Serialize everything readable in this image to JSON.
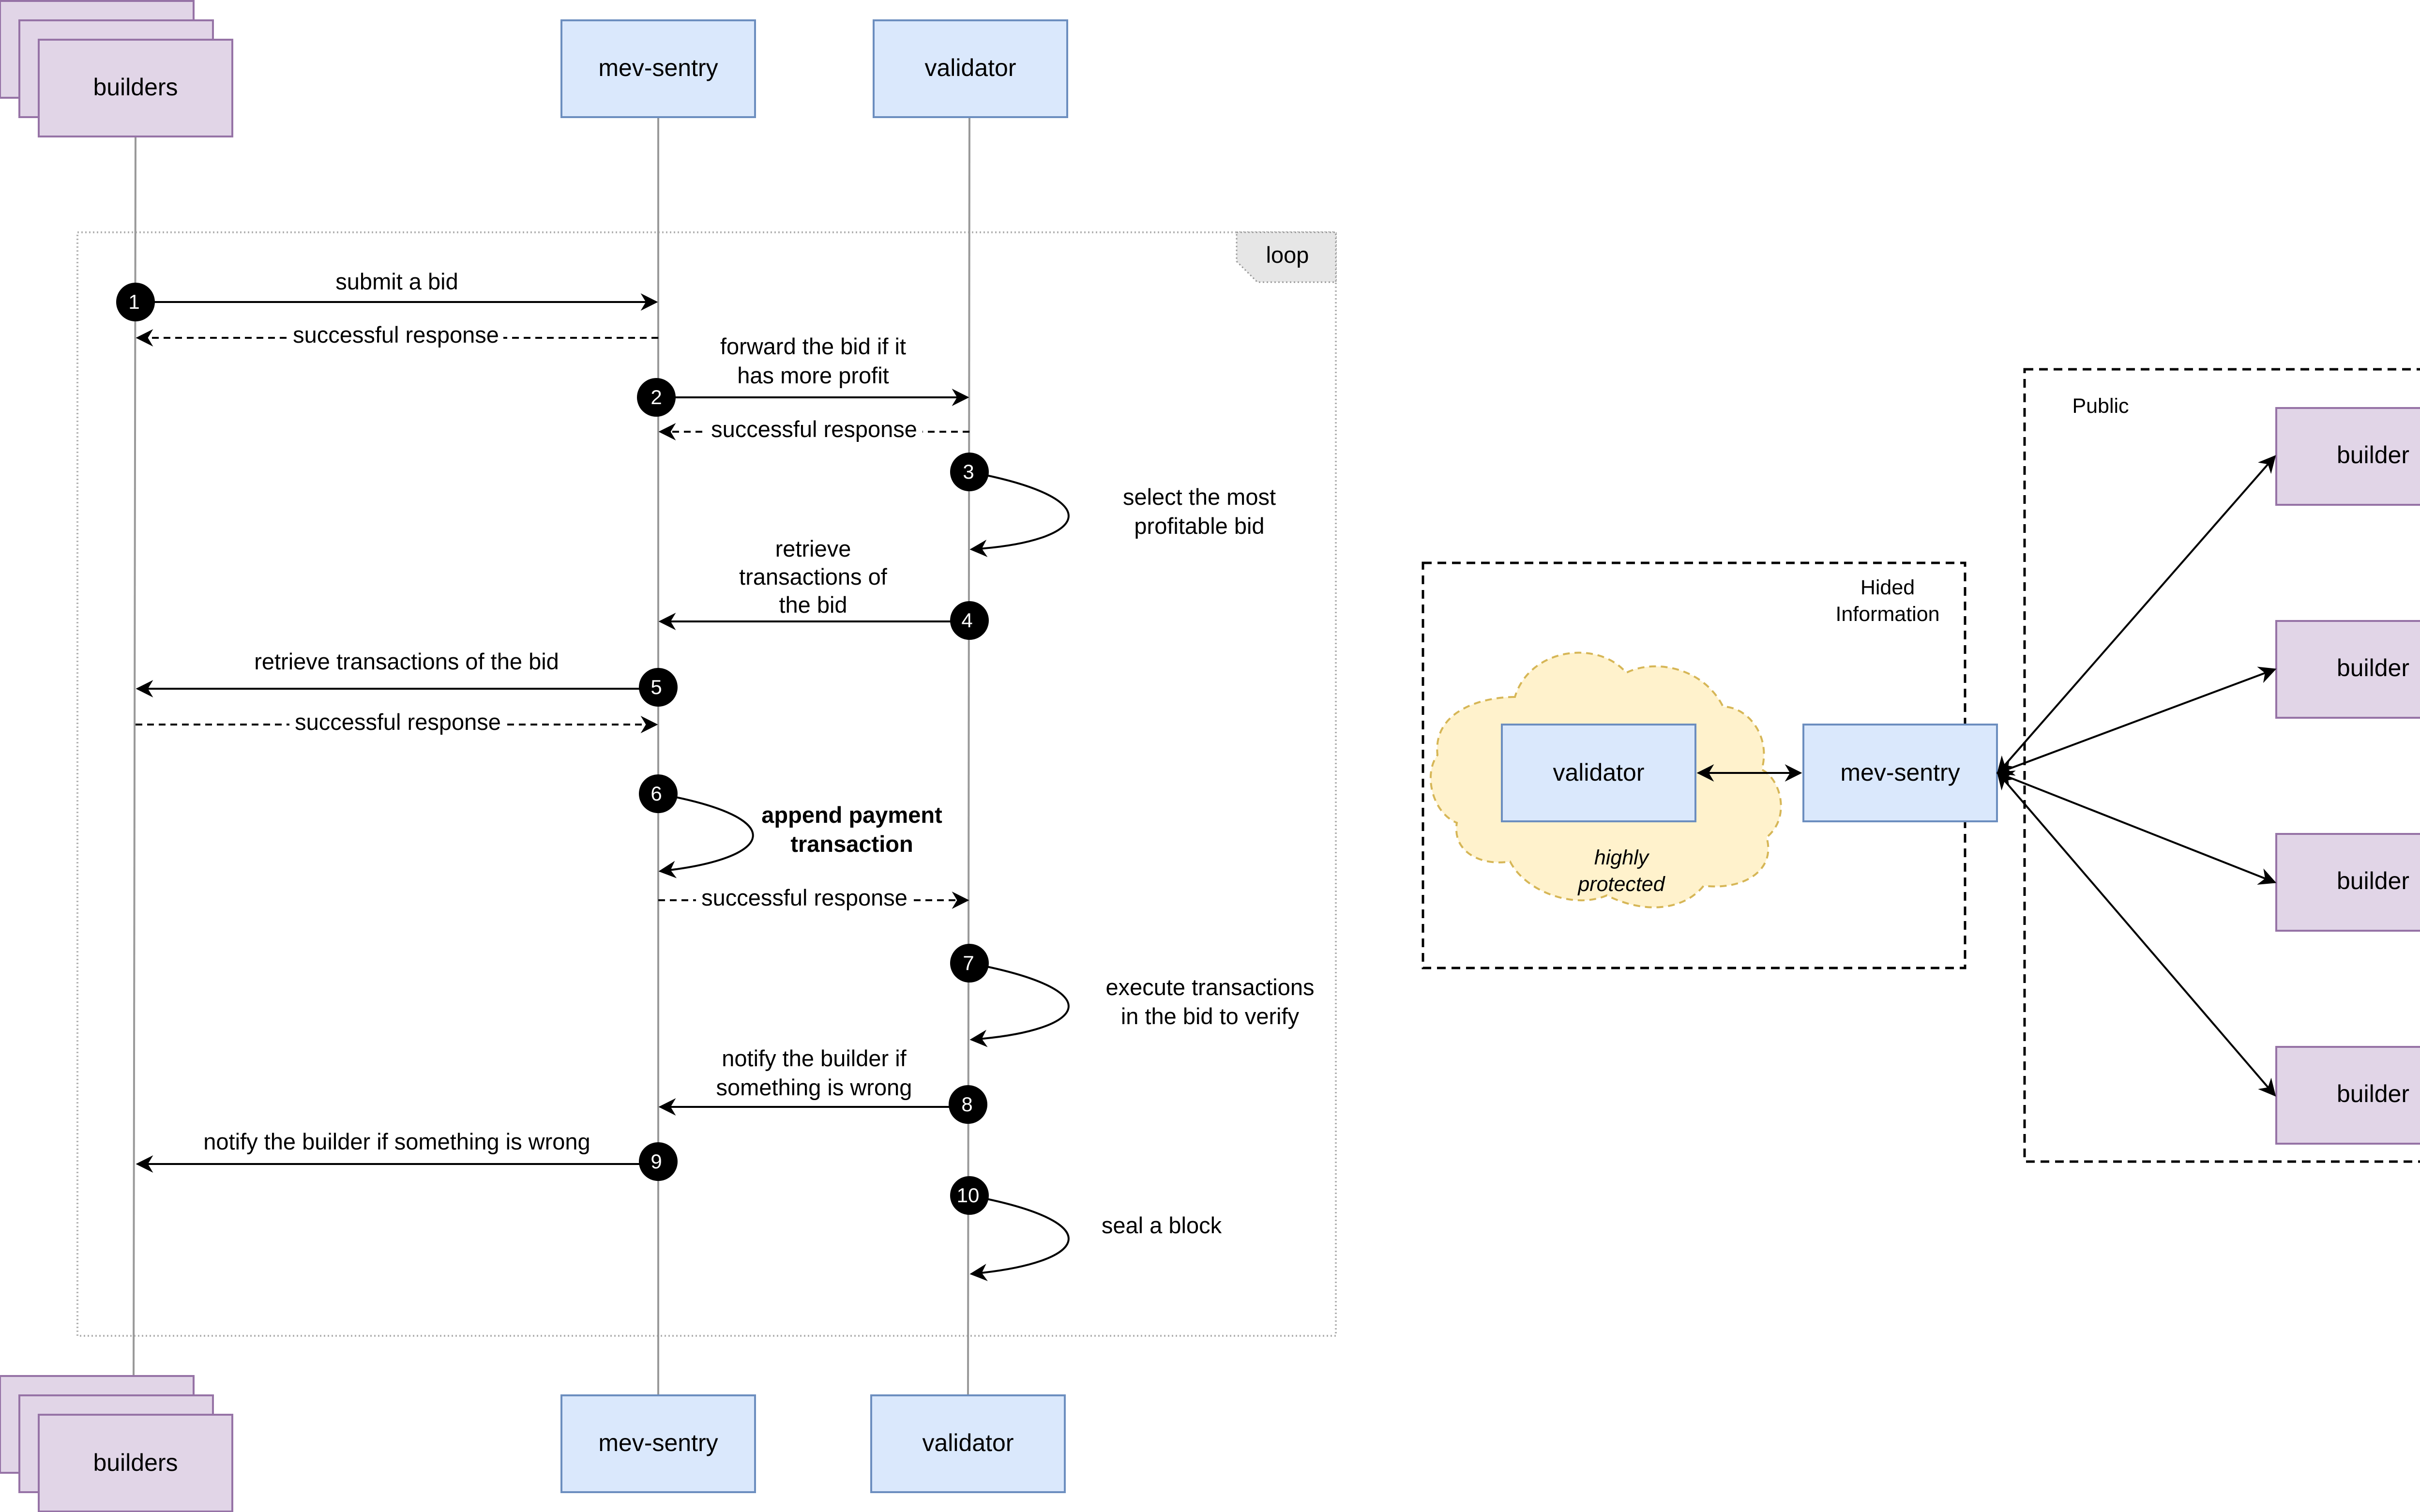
{
  "sequence": {
    "participants": {
      "builders": "builders",
      "mev_sentry": "mev-sentry",
      "validator": "validator"
    },
    "loop_label": "loop",
    "steps": {
      "s1": {
        "number": "1",
        "label": "submit a bid"
      },
      "r1": {
        "label": "successful response"
      },
      "s2": {
        "number": "2",
        "label_line1": "forward the bid if it",
        "label_line2": "has more profit"
      },
      "r2": {
        "label": "successful response"
      },
      "s3": {
        "number": "3",
        "label_line1": "select the most",
        "label_line2": "profitable bid"
      },
      "s4": {
        "number": "4",
        "label_line1": "retrieve",
        "label_line2": "transactions of",
        "label_line3": "the bid"
      },
      "s5": {
        "number": "5",
        "label": "retrieve transactions of the bid"
      },
      "r5": {
        "label": "successful response"
      },
      "s6": {
        "number": "6",
        "label_line1": "append payment",
        "label_line2": "transaction"
      },
      "r6": {
        "label": "successful response"
      },
      "s7": {
        "number": "7",
        "label_line1": "execute transactions",
        "label_line2": "in the bid to verify"
      },
      "s8": {
        "number": "8",
        "label_line1": "notify the builder if",
        "label_line2": "something is wrong"
      },
      "s9": {
        "number": "9",
        "label": "notify the builder if something is wrong"
      },
      "s10": {
        "number": "10",
        "label": "seal a block"
      }
    }
  },
  "topology": {
    "hidden_zone_line1": "Hided",
    "hidden_zone_line2": "Information",
    "cloud_label_line1": "highly",
    "cloud_label_line2": "protected",
    "validator": "validator",
    "mev_sentry": "mev-sentry",
    "public_zone": "Public",
    "builders": [
      "builder",
      "builder",
      "builder",
      "builder"
    ]
  },
  "colors": {
    "actor_purple_fill": "#e1d5e7",
    "actor_purple_stroke": "#9673a6",
    "actor_blue_fill": "#dae8fc",
    "actor_blue_stroke": "#6c8ebf",
    "cloud_fill": "#fff2cc",
    "cloud_stroke": "#d6b656"
  }
}
